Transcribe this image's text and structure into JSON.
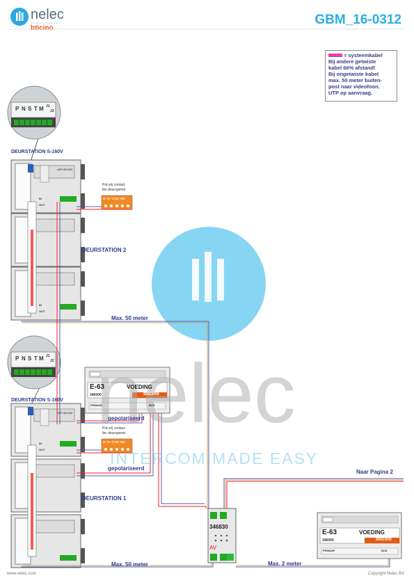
{
  "header": {
    "logo_text": "nelec",
    "tagline": "INTERCOM MADE EASY",
    "brand": "bticino",
    "doc_code": "GBM_16-0312"
  },
  "note": {
    "legend_label": "= systeemkabel",
    "lines": [
      "Bij andere getwiste",
      "kabel 66% afstand!",
      "Bij ongetwiste kabel",
      "max. 50 meter buiten-",
      "post naar videofoon.",
      "UTP op aanvraag."
    ]
  },
  "terminal_labels": [
    "P",
    "N",
    "S",
    "T",
    "M",
    "J1",
    "J2"
  ],
  "stations": {
    "top_title": "DEURSTATION S-160V",
    "station2": "DEURSTATION 2",
    "bottom_title": "DEURSTATION S-160V",
    "station1": "DEURSTATION 1",
    "module_code": "ART.351300",
    "io_in": "IN",
    "io_out": "OUT"
  },
  "relay": {
    "label_line1": "Pot.vrij contact",
    "label_line2": "tbv deuropener",
    "terminals": "S- S+ C NC NO"
  },
  "power_supplies": {
    "model": "E-63",
    "name": "VOEDING",
    "code": "346000",
    "primair": "PRIMAIR",
    "bus": "BUS",
    "brand": "bticino"
  },
  "av_module": {
    "code": "346830",
    "tag": "AV"
  },
  "annotations": {
    "max50_top": "Max. 50 meter",
    "max50_bottom": "Max. 50 meter",
    "max2": "Max. 2 meter",
    "gepolariseerd_1": "gepolariseerd",
    "gepolariseerd_2": "gepolariseerd",
    "naar_pagina": "Naar Pagina 2"
  },
  "watermark": {
    "word": "nelec",
    "tagline": "INTERCOM MADE EASY"
  },
  "footer": {
    "left": "www.nelec.com",
    "right": "Copyright Nelec BV"
  },
  "colors": {
    "accent": "#29aee4",
    "brand_orange": "#e45b16",
    "label_blue": "#2e3a8c",
    "relay_orange": "#f08a24",
    "terminal_green": "#22aa33"
  }
}
